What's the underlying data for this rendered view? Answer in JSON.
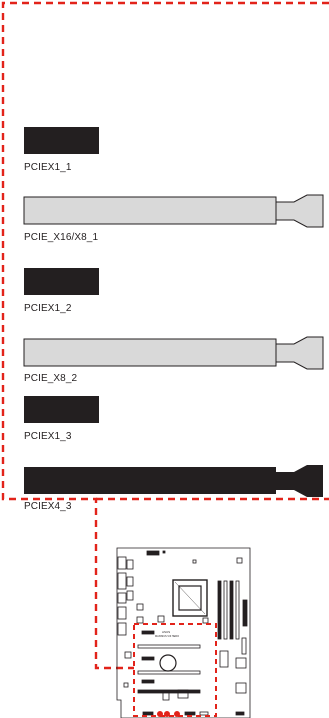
{
  "slots": [
    {
      "id": "pciex1_1",
      "label": "PCIEX1_1",
      "type": "x1"
    },
    {
      "id": "pcie_x16_x8_1",
      "label": "PCIE_X16/X8_1",
      "type": "x16-gray"
    },
    {
      "id": "pciex1_2",
      "label": "PCIEX1_2",
      "type": "x1"
    },
    {
      "id": "pcie_x8_2",
      "label": "PCIE_X8_2",
      "type": "x16-gray"
    },
    {
      "id": "pciex1_3",
      "label": "PCIEX1_3",
      "type": "x1"
    },
    {
      "id": "pciex4_3",
      "label": "PCIEX4_3",
      "type": "x4-black"
    }
  ],
  "board": {
    "brand": "ASUS",
    "model": "MAXIMUS VIII HERO"
  },
  "colors": {
    "callout_dashed": "#e2231a",
    "slot_black": "#231f20",
    "slot_gray": "#d9d9d9",
    "outline": "#231f20"
  }
}
